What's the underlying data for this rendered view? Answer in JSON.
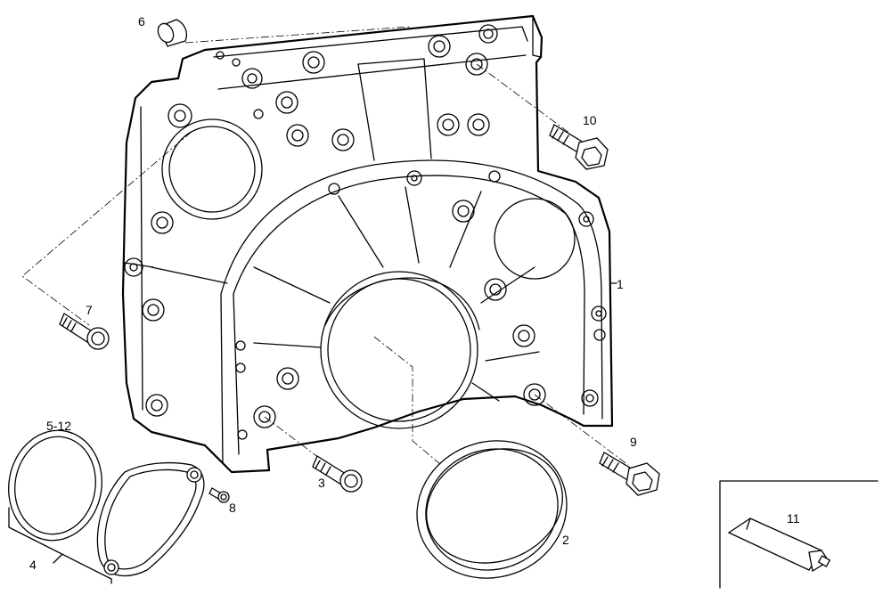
{
  "labels": {
    "p1": "1",
    "p2": "2",
    "p3": "3",
    "p4": "4",
    "p5": "5-12",
    "p6": "6",
    "p7": "7",
    "p8": "8",
    "p9": "9",
    "p10": "10",
    "p11": "11"
  }
}
